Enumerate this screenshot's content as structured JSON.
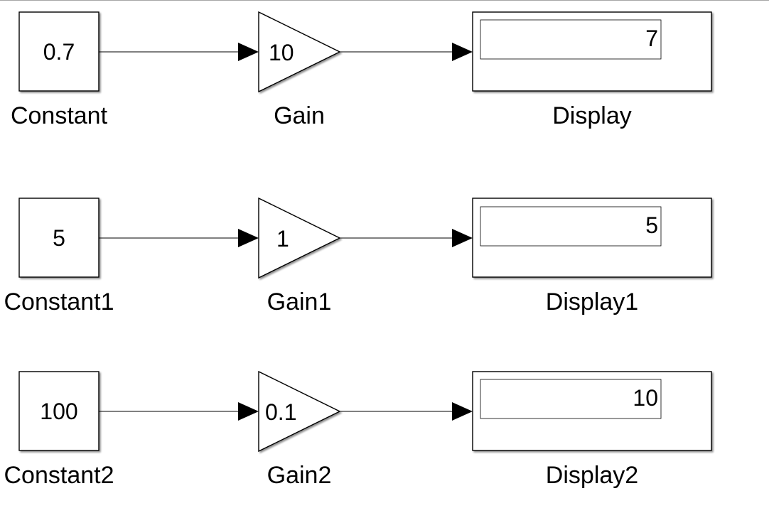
{
  "rows": [
    {
      "constant": {
        "value": "0.7",
        "label": "Constant"
      },
      "gain": {
        "value": "10",
        "label": "Gain"
      },
      "display": {
        "value": "7",
        "label": "Display"
      }
    },
    {
      "constant": {
        "value": "5",
        "label": "Constant1"
      },
      "gain": {
        "value": "1",
        "label": "Gain1"
      },
      "display": {
        "value": "5",
        "label": "Display1"
      }
    },
    {
      "constant": {
        "value": "100",
        "label": "Constant2"
      },
      "gain": {
        "value": "0.1",
        "label": "Gain2"
      },
      "display": {
        "value": "10",
        "label": "Display2"
      }
    }
  ]
}
